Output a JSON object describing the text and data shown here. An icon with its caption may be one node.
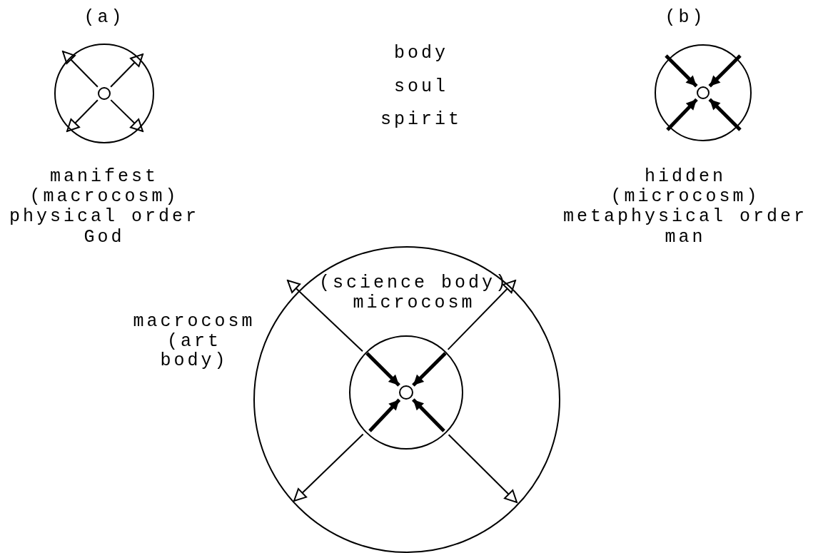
{
  "diagram": {
    "nodes": [
      {
        "text": [],
        "shape": "circle",
        "beside": [
          "(a)",
          "manifest",
          "(macrocosm)",
          "physical order",
          "God"
        ]
      },
      {
        "text": [],
        "shape": "circle",
        "in": 0
      },
      {
        "text": [],
        "shape": "circle",
        "beside": [
          "(b)",
          "hidden",
          "(microcosm)",
          "metaphysical order",
          "man"
        ]
      },
      {
        "text": [],
        "shape": "circle",
        "in": 2
      },
      {
        "text": [
          "(science body) microcosm"
        ],
        "beside": [
          "macrocosm (art body)"
        ]
      },
      {
        "text": [],
        "shape": "circle",
        "in": 4
      },
      {
        "text": [],
        "shape": "circle",
        "in": 5
      }
    ],
    "edges": [
      {
        "from": 1,
        "to": null,
        "arrow": "to"
      },
      {
        "from": 1,
        "to": null,
        "arrow": "to"
      },
      {
        "from": 1,
        "to": null,
        "arrow": "to"
      },
      {
        "from": 1,
        "to": null,
        "arrow": "to"
      },
      {
        "from": null,
        "to": 3,
        "arrow": "to",
        "style": "thick"
      },
      {
        "from": null,
        "to": 3,
        "arrow": "to",
        "style": "thick"
      },
      {
        "from": null,
        "to": 3,
        "arrow": "to",
        "style": "thick"
      },
      {
        "from": null,
        "to": 3,
        "arrow": "to",
        "style": "thick"
      },
      {
        "from": 5,
        "to": null,
        "arrow": "to"
      },
      {
        "from": 5,
        "to": null,
        "arrow": "to"
      },
      {
        "from": 5,
        "to": null,
        "arrow": "to"
      },
      {
        "from": 5,
        "to": null,
        "arrow": "to"
      },
      {
        "from": null,
        "to": 6,
        "arrow": "to",
        "style": "thick"
      },
      {
        "from": null,
        "to": 6,
        "arrow": "to",
        "style": "thick"
      },
      {
        "from": null,
        "to": 6,
        "arrow": "to",
        "style": "thick"
      },
      {
        "from": null,
        "to": 6,
        "arrow": "to",
        "style": "thick"
      }
    ],
    "labels": [
      "body",
      "soul",
      "spirit"
    ]
  }
}
